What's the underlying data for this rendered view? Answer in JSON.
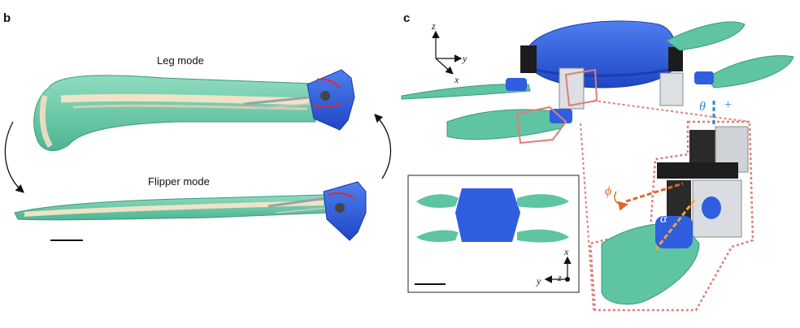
{
  "panel_b": {
    "letter": "b",
    "top_caption": "Leg mode",
    "bottom_caption": "Flipper mode"
  },
  "panel_c": {
    "letter": "c",
    "axes_3d": {
      "z": "z",
      "y": "y",
      "x": "x"
    },
    "inset_axes": {
      "x": "x",
      "y": "y",
      "z": "z"
    },
    "angle_theta": "θ",
    "theta_plus": "+",
    "angle_phi": "ϕ",
    "angle_alpha": "α"
  },
  "colors": {
    "robot_blue": "#2f5fe0",
    "flipper_green": "#5fc4a2",
    "highlight_red": "#e37b78",
    "phi_orange": "#e0662a",
    "alpha_orange": "#f0a531",
    "theta_blue": "#2f86c8"
  }
}
